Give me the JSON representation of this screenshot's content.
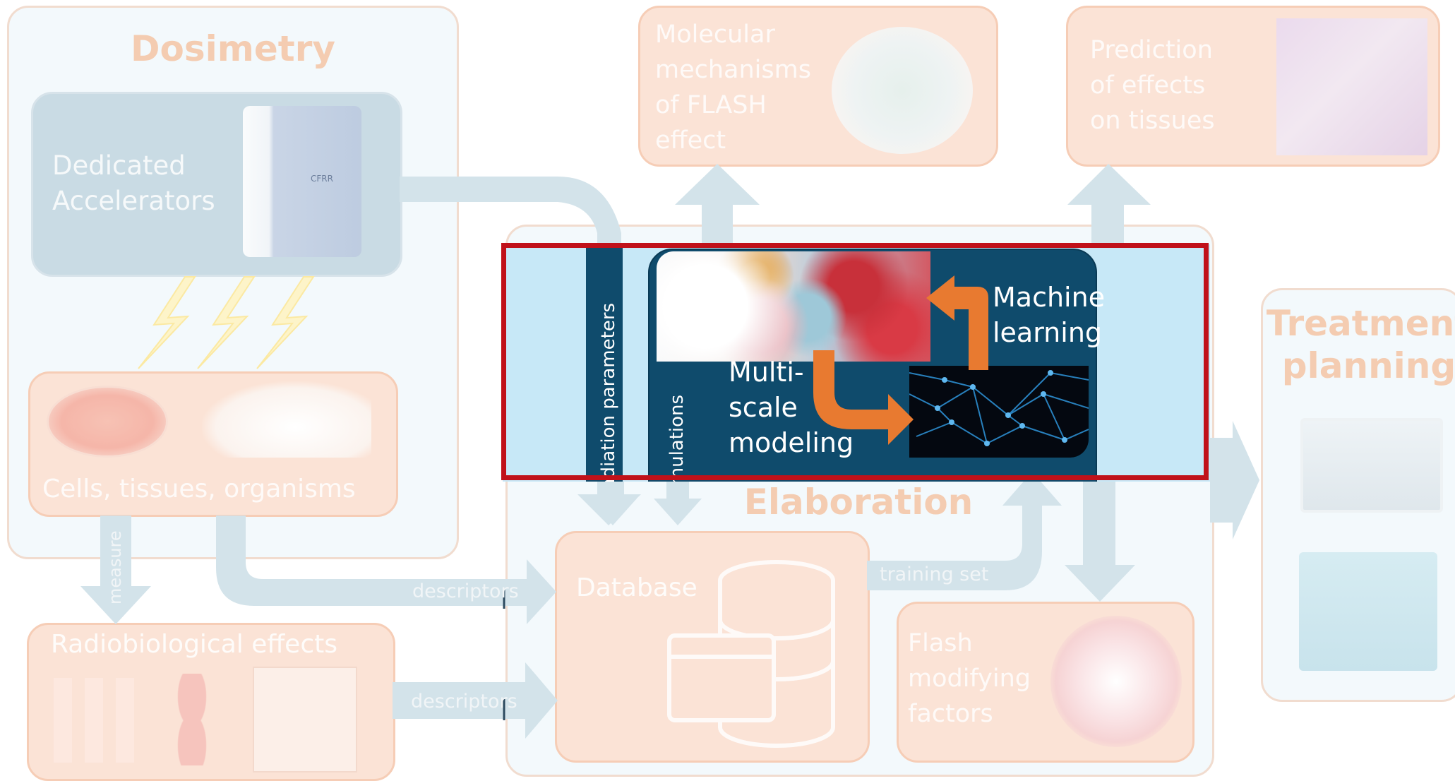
{
  "dosimetry": {
    "title": "Dosimetry",
    "accelerators_label": "Dedicated\nAccelerators",
    "device_brand": "CFRR",
    "cells_label": "Cells, tissues, organisms",
    "measure_label": "measure"
  },
  "radiobiological": {
    "title": "Radiobiological effects",
    "descriptors_label": "descriptors"
  },
  "top_boxes": {
    "molecular": "Molecular\nmechanisms\nof FLASH\neffect",
    "prediction": "Prediction\nof effects\non tissues"
  },
  "highlight": {
    "irradiation_parameters": "Irradiation parameters",
    "simulations": "simulations",
    "machine_learning": "Machine\nlearning",
    "multiscale_modeling": "Multi-\nscale\nmodeling",
    "border_color": "#c0111a"
  },
  "elaboration": {
    "title": "Elaboration",
    "database_label": "Database",
    "descriptors_label": "descriptors",
    "training_set_label": "training set",
    "flash_label": "Flash\nmodifying\nfactors"
  },
  "treatment": {
    "title": "Treatment\nplanning"
  },
  "colors": {
    "steel": "#0f4b6c",
    "orange": "#e87a30",
    "light_blue": "#c7e8f7",
    "pale_orange": "#fbe3d6"
  }
}
